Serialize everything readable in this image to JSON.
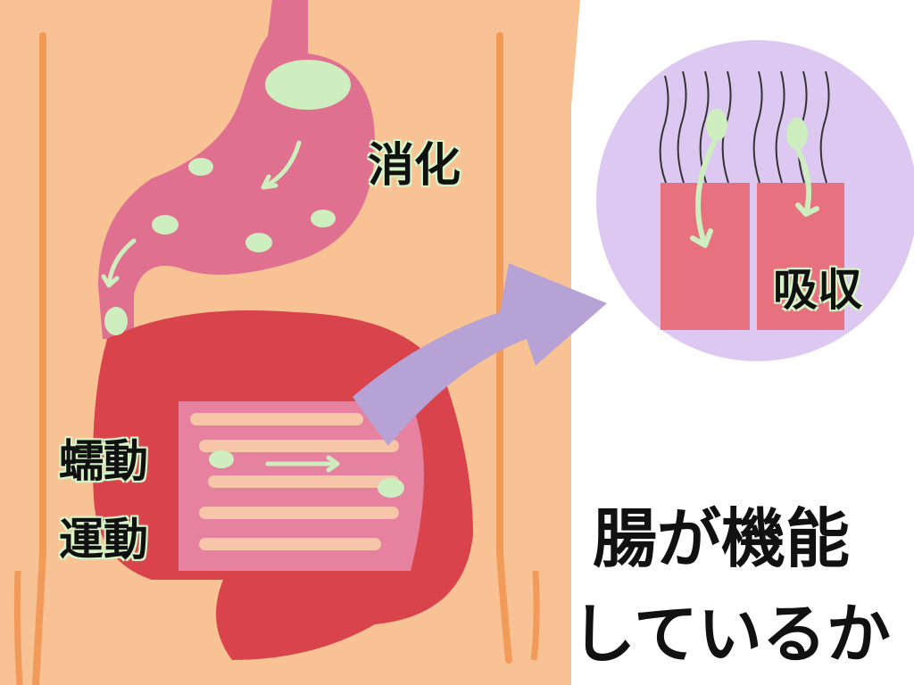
{
  "labels": {
    "digestion": "消化",
    "absorption": "吸収",
    "peristalsis_line1": "蠕動",
    "peristalsis_line2": "運動"
  },
  "question": {
    "line1": "腸が機能",
    "line2": "しているか"
  },
  "colors": {
    "body": "#f9c294",
    "stomach": "#e0708f",
    "intestine": "#d9434c",
    "arrow": "#b7a2d6",
    "circle": "#dcc8f0",
    "villi": "#e8717f",
    "nutrient": "#cfeec0"
  }
}
